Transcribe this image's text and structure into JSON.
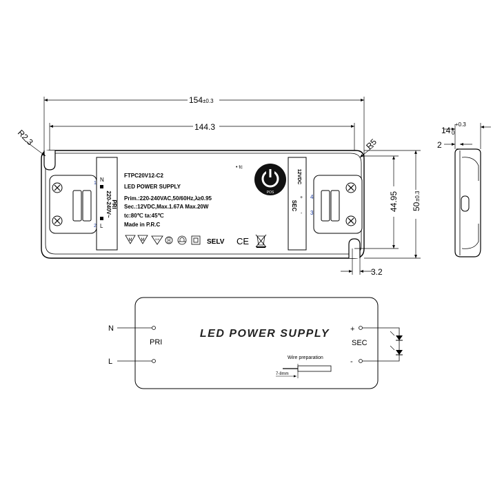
{
  "top_view": {
    "dim_overall_length": "154",
    "dim_overall_length_tol": "±0.3",
    "dim_hole_spacing": "144.3",
    "dim_radius_left": "R2.3",
    "dim_radius_right": "R5",
    "dim_hole_pitch": "44.95",
    "dim_width": "50",
    "dim_width_tol": "±0.3",
    "dim_slot": "3.2",
    "label": {
      "model": "FTPC20V12-C2",
      "title": "LED POWER SUPPLY",
      "prim": "Prim.:220-240VAC,50/60Hz,λ≥0.95",
      "sec": "Sec.:12VDC,Max.1.67A Max.20W",
      "temps": "tc:80℃  ta:45℃",
      "origin": "Made in P.R.C",
      "tc_mark": "• tc",
      "selv": "SELV",
      "ce": "CE",
      "pos_text": "POS"
    },
    "pri_block": {
      "n_label": "N",
      "l_label": "L",
      "pin_1": "1",
      "pin_2": "2",
      "pri_title": "PRI",
      "pri_voltage": "220-240V~"
    },
    "sec_block": {
      "sec_title": "SEC",
      "sec_voltage": "12VDC",
      "plus": "+",
      "minus": "-",
      "pin_4": "4",
      "pin_3": "3"
    }
  },
  "side_view": {
    "dim_height": "14",
    "dim_height_tol_plus": "+0.3",
    "dim_height_tol_minus": "0",
    "dim_flange": "2"
  },
  "schematic": {
    "title": "LED POWER SUPPLY",
    "input_n": "N",
    "input_l": "L",
    "pri": "PRI",
    "sec": "SEC",
    "out_plus": "+",
    "out_minus": "-",
    "wire_prep": "Wire preparation",
    "strip_length": "7-8mm"
  }
}
